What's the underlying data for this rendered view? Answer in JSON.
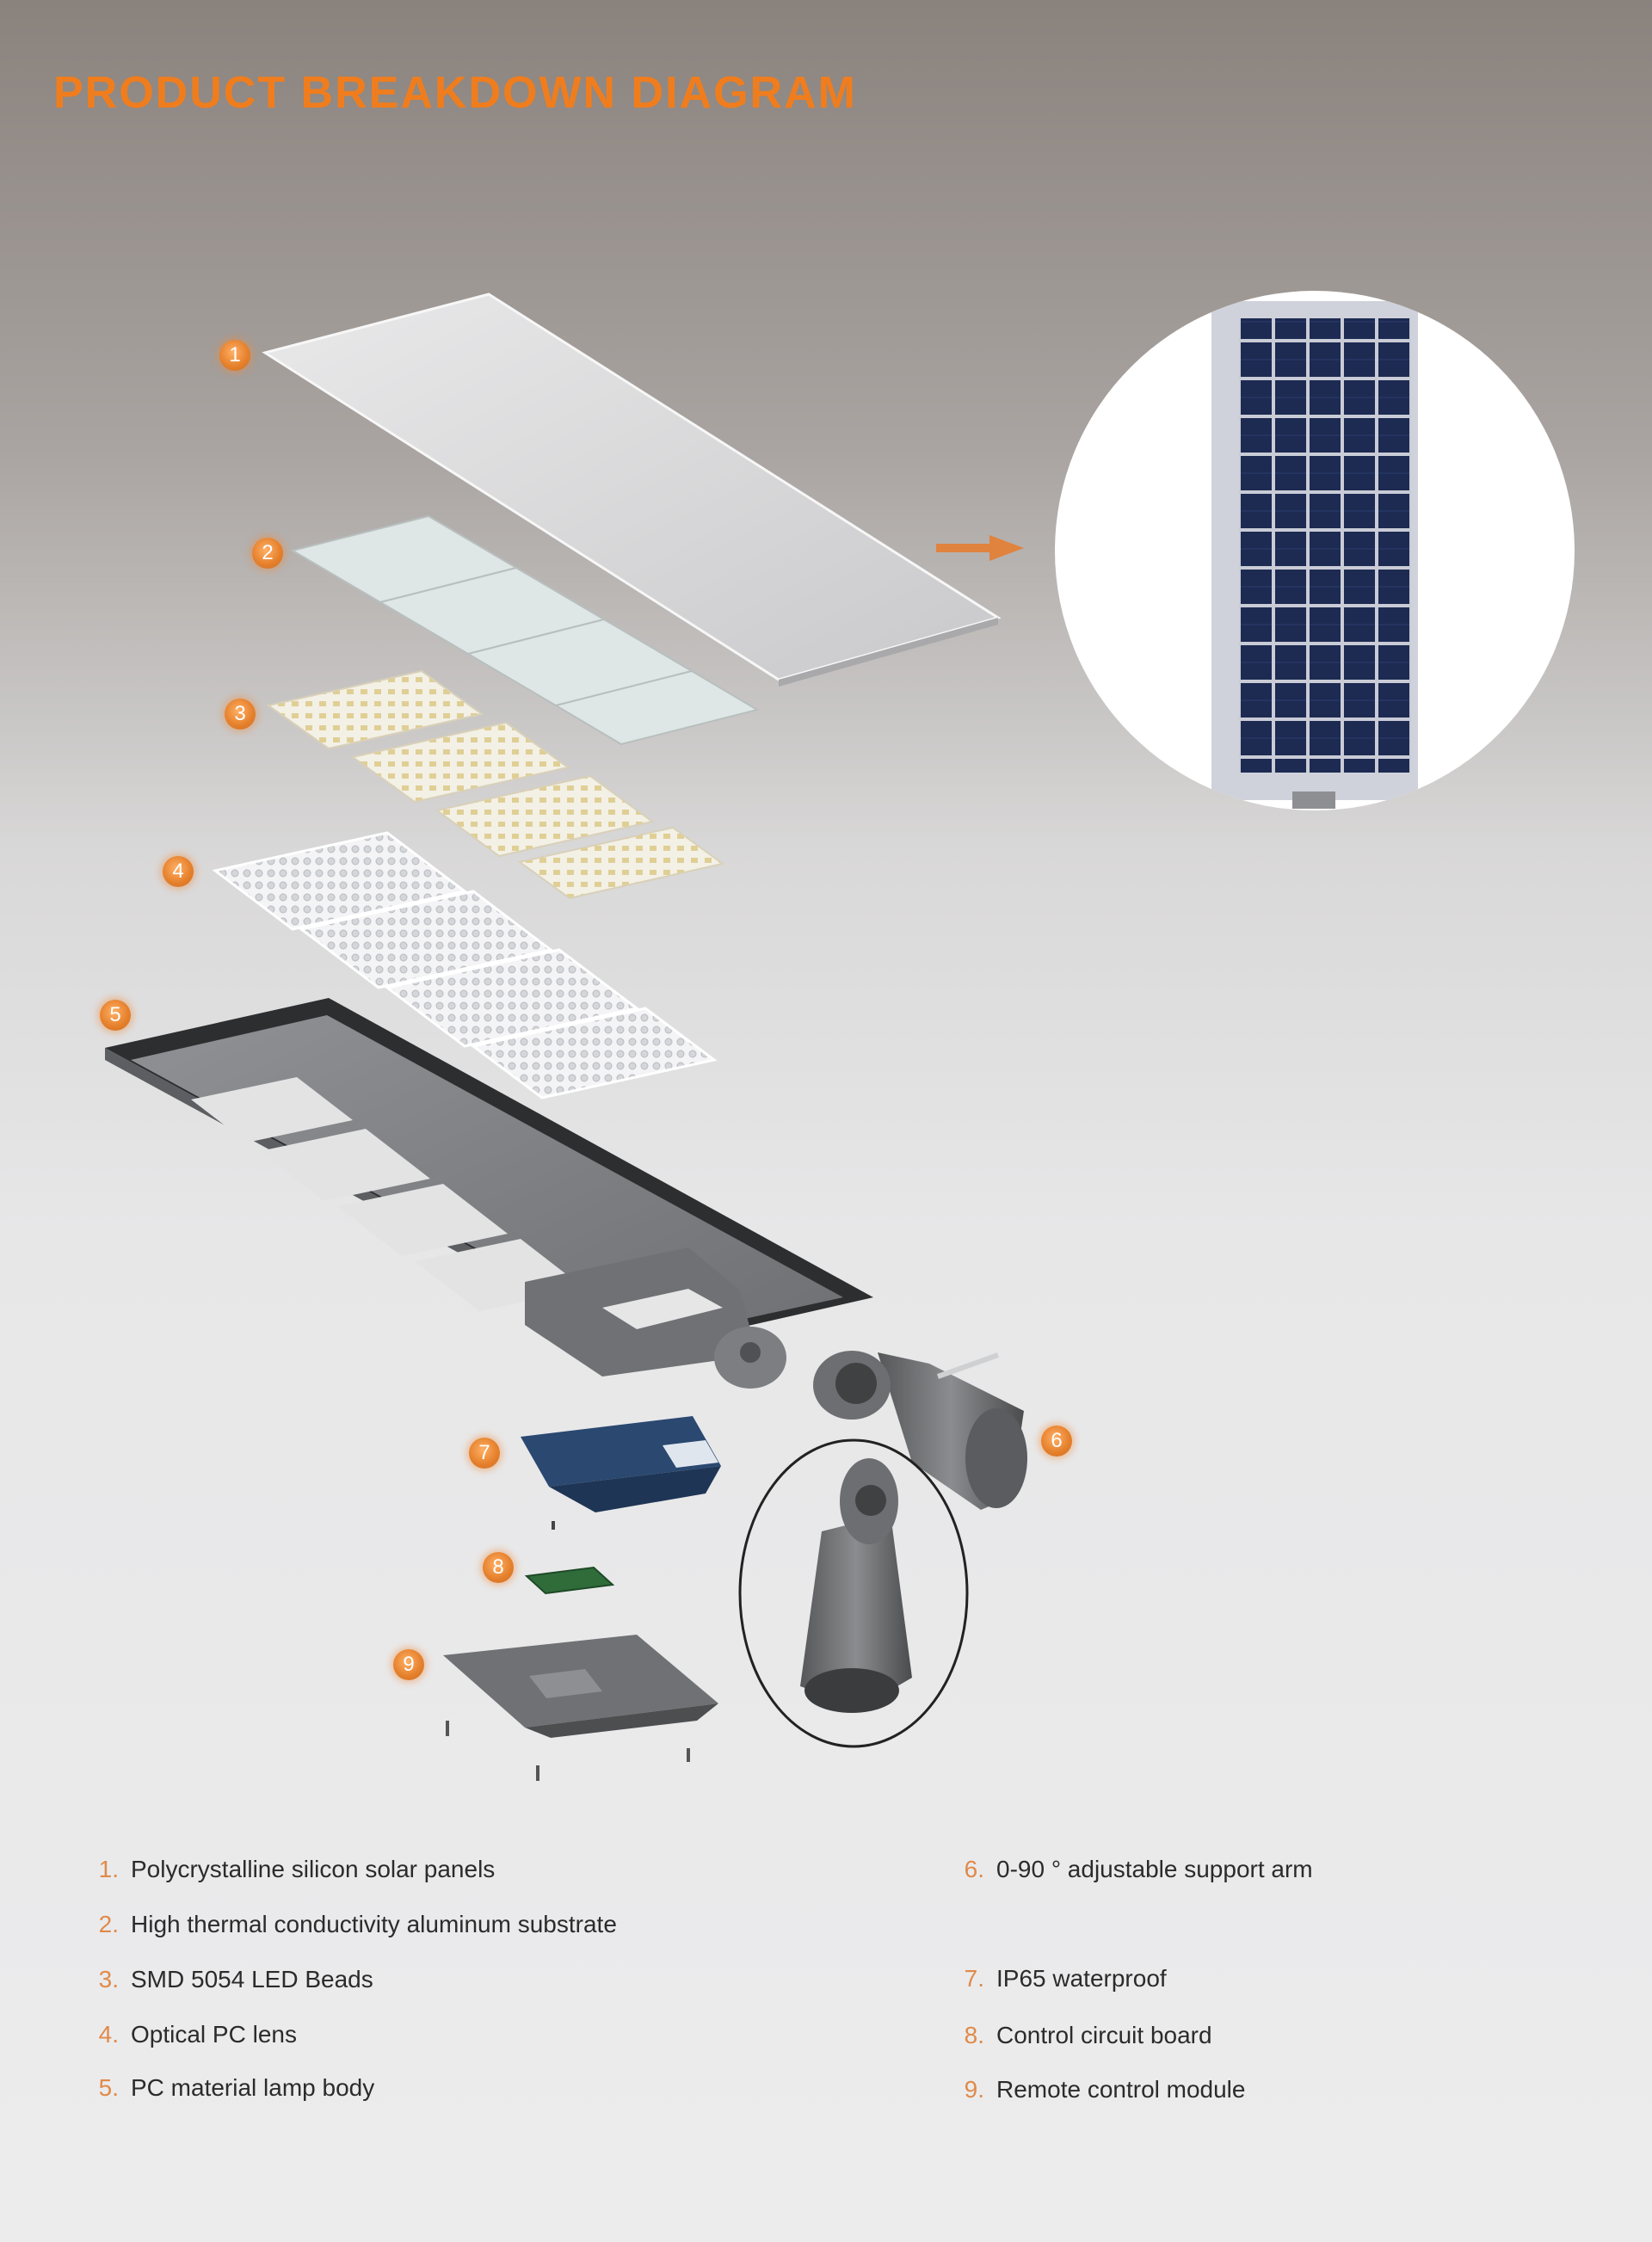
{
  "title": "PRODUCT BREAKDOWN DIAGRAM",
  "colors": {
    "accent": "#f07d1d",
    "legend_number": "#e08a4a",
    "text": "#2b2b2b"
  },
  "markers": [
    "1",
    "2",
    "3",
    "4",
    "5",
    "6",
    "7",
    "8",
    "9"
  ],
  "legend": {
    "left": [
      {
        "num": "1.",
        "label": "Polycrystalline silicon solar panels"
      },
      {
        "num": "2.",
        "label": "High thermal conductivity aluminum substrate"
      },
      {
        "num": "3.",
        "label": "SMD 5054 LED Beads"
      },
      {
        "num": "4.",
        "label": "Optical PC lens"
      },
      {
        "num": "5.",
        "label": "PC material lamp body"
      }
    ],
    "right": [
      {
        "num": "6.",
        "label": "0-90 ° adjustable support arm"
      },
      {
        "num": "7.",
        "label": "IP65 waterproof"
      },
      {
        "num": "8.",
        "label": "Control circuit board"
      },
      {
        "num": "9.",
        "label": "Remote control module"
      }
    ]
  }
}
